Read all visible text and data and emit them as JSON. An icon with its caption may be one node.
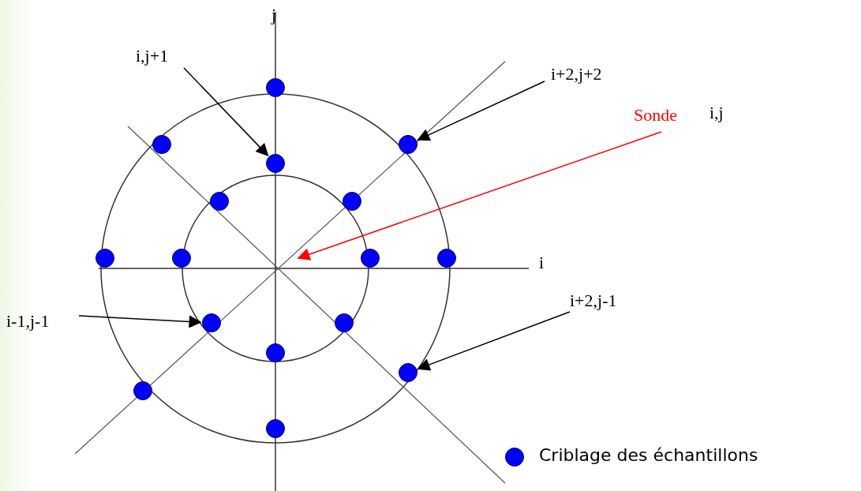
{
  "diagram": {
    "nodes": [
      {
        "text": [
          "i,j+1"
        ]
      },
      {
        "text": [],
        "shape": "circle"
      },
      {
        "text": [
          "i+2,j+2"
        ]
      },
      {
        "text": [],
        "shape": "circle"
      },
      {
        "text": [
          "Sonde"
        ],
        "beside": [
          "i,j"
        ]
      },
      {
        "text": [
          "i-1,j-1"
        ]
      },
      {
        "text": [],
        "shape": "circle"
      },
      {
        "text": [
          "i+2,j-1"
        ]
      },
      {
        "text": [],
        "shape": "circle"
      }
    ],
    "edges": [
      {
        "from": 0,
        "to": 1,
        "arrow": "to"
      },
      {
        "from": 2,
        "to": 3,
        "arrow": "to"
      },
      {
        "from": 4,
        "to": null,
        "arrow": "to",
        "color": "#ff0000"
      },
      {
        "from": 5,
        "to": 6,
        "arrow": "to"
      },
      {
        "from": 7,
        "to": 8,
        "arrow": "to"
      }
    ],
    "labels": [
      "j",
      "i"
    ],
    "legend": [
      {
        "text": "Criblage des échantillons",
        "color": "#0000ff"
      }
    ]
  }
}
